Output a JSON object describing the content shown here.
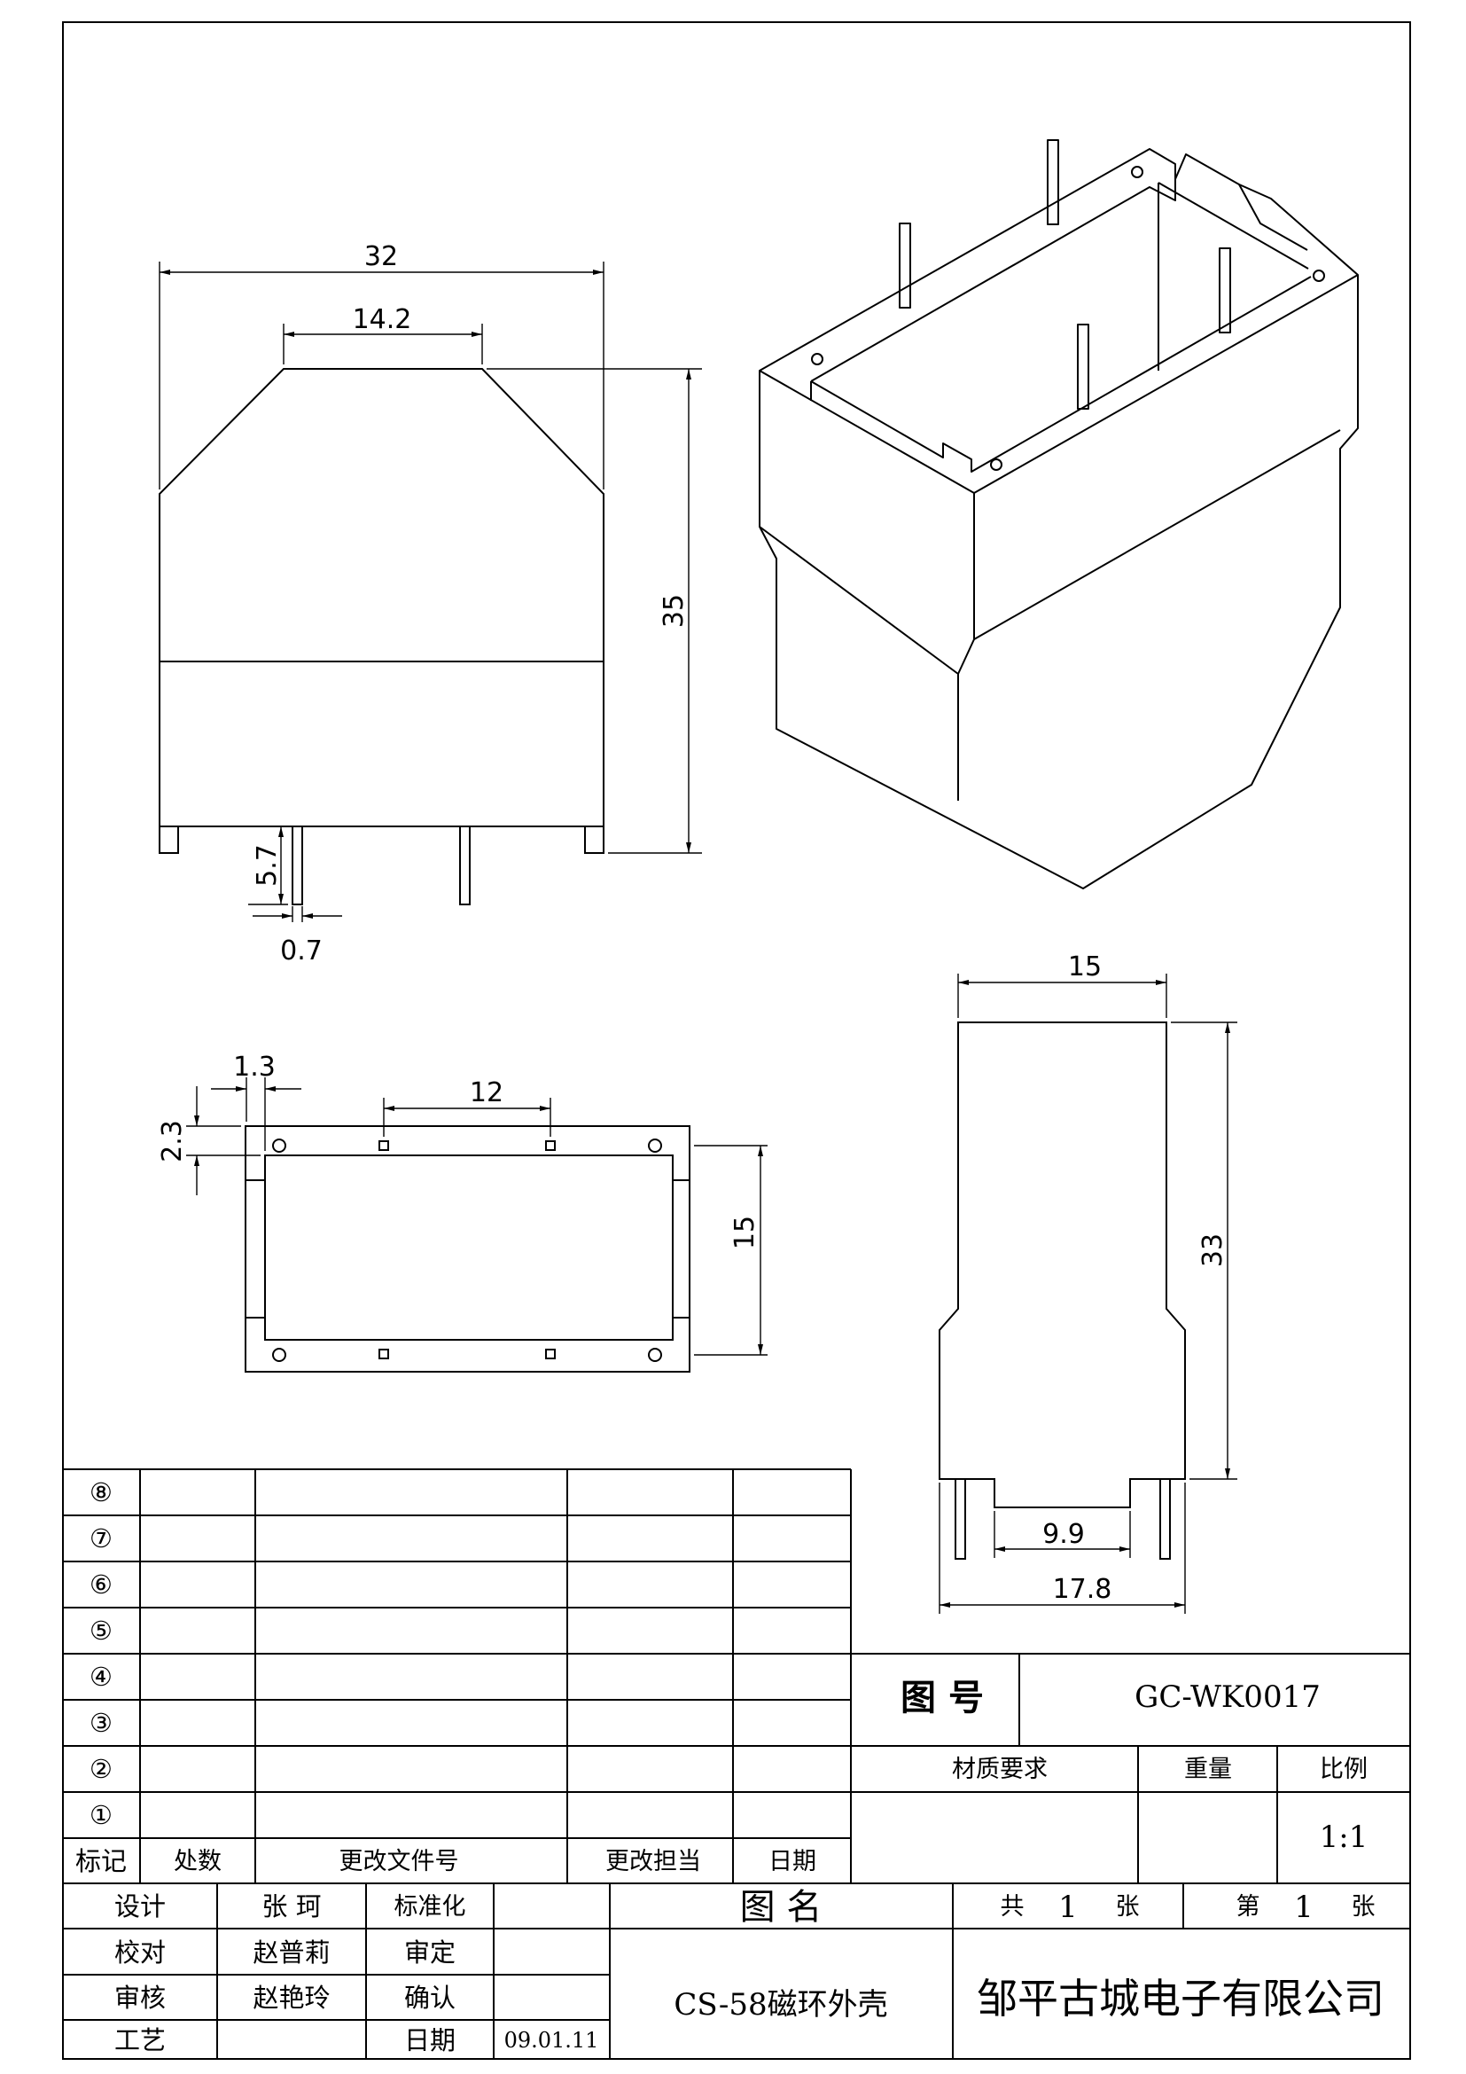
{
  "dimensions": {
    "front": {
      "width": "32",
      "top_width": "14.2",
      "height": "35",
      "pin_length": "5.7",
      "pin_width": "0.7"
    },
    "top": {
      "pin_offset": "1.3",
      "pin_spacing": "12",
      "edge_offset": "2.3",
      "depth": "15"
    },
    "side": {
      "width": "15",
      "height": "33",
      "inner_width": "9.9",
      "pin_span": "17.8"
    }
  },
  "revision_table": {
    "rows": [
      "⑧",
      "⑦",
      "⑥",
      "⑤",
      "④",
      "③",
      "②",
      "①"
    ],
    "headers": [
      "标记",
      "处数",
      "更改文件号",
      "更改担当",
      "日期"
    ]
  },
  "title_block": {
    "drawing_no_label": "图 号",
    "drawing_no": "GC-WK0017",
    "material_label": "材质要求",
    "weight_label": "重量",
    "scale_label": "比例",
    "scale": "1:1",
    "name_label": "图 名",
    "drawing_name": "CS-58磁环外壳",
    "total_label": "共",
    "total_value": "1",
    "total_unit": "张",
    "sheet_label": "第",
    "sheet_value": "1",
    "sheet_unit": "张",
    "company": "邹平古城电子有限公司",
    "design_label": "设计",
    "designer": "张 珂",
    "standard_label": "标准化",
    "check_label": "校对",
    "checker": "赵普莉",
    "review_label": "审定",
    "audit_label": "审核",
    "auditor": "赵艳玲",
    "confirm_label": "确认",
    "process_label": "工艺",
    "date_label": "日期",
    "date": "09.01.11"
  }
}
